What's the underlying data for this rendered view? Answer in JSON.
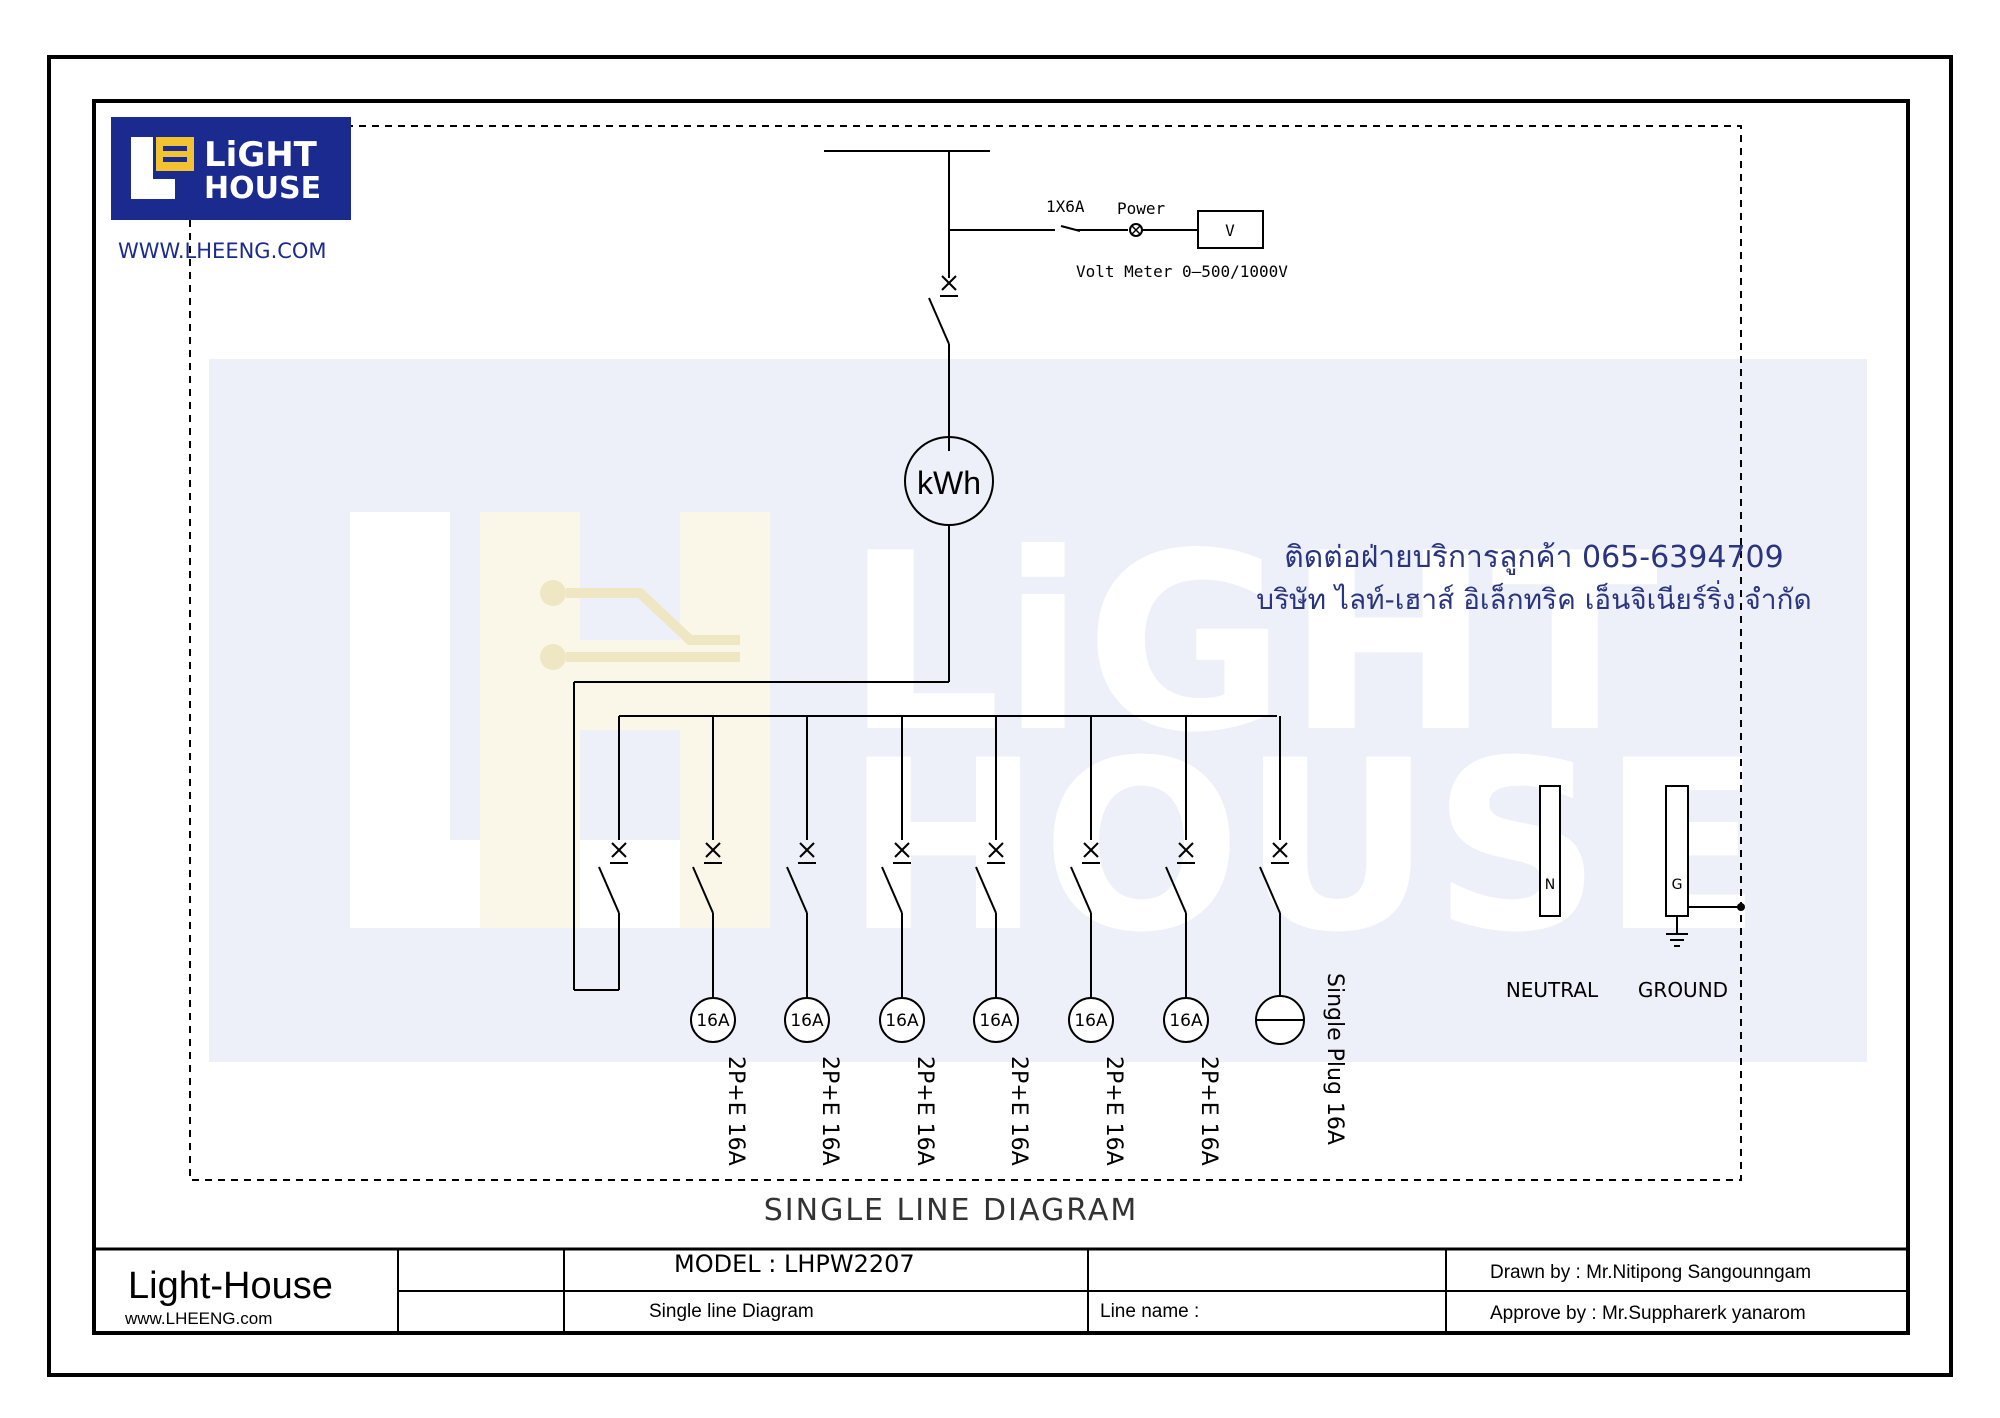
{
  "logo": {
    "line1": "LiGHT",
    "line2": "HOUSE",
    "website": "WWW.LHEENG.COM"
  },
  "watermark": {
    "line1": "LiGHT",
    "line2": "HOUSE"
  },
  "contact": {
    "line1": "ติดต่อฝ่ายบริการลูกค้า 065-6394709",
    "line2": "บริษัท ไลท์-เฮาส์ อิเล็กทริค เอ็นจิเนียร์ริ่ง จำกัด"
  },
  "diagram": {
    "pilot_breaker": "1X6A",
    "power_label": "Power",
    "volt_meter_symbol": "V",
    "volt_meter_label": "Volt Meter 0–500/1000V",
    "meter_label": "kWh",
    "branch_rating": "16A",
    "branches": [
      "2P+E 16A",
      "2P+E 16A",
      "2P+E 16A",
      "2P+E 16A",
      "2P+E 16A",
      "2P+E 16A"
    ],
    "plug_label": "Single Plug 16A",
    "neutral_bar": "N",
    "neutral_label": "NEUTRAL",
    "ground_bar": "G",
    "ground_label": "GROUND",
    "caption": "SINGLE LINE DIAGRAM"
  },
  "title_block": {
    "company": "Light-House",
    "company_url": "www.LHEENG.com",
    "model": "MODEL : LHPW2207",
    "drawing_type": "Single line Diagram",
    "line_name": "Line name :",
    "drawn_by": "Drawn by :   Mr.Nitipong Sangounngam",
    "approve_by": "Approve by : Mr.Suppharerk yanarom"
  },
  "colors": {
    "brand_navy": "#1b2a8f",
    "contact_navy": "#2a3580",
    "watermark_band": "#eef0f9"
  }
}
